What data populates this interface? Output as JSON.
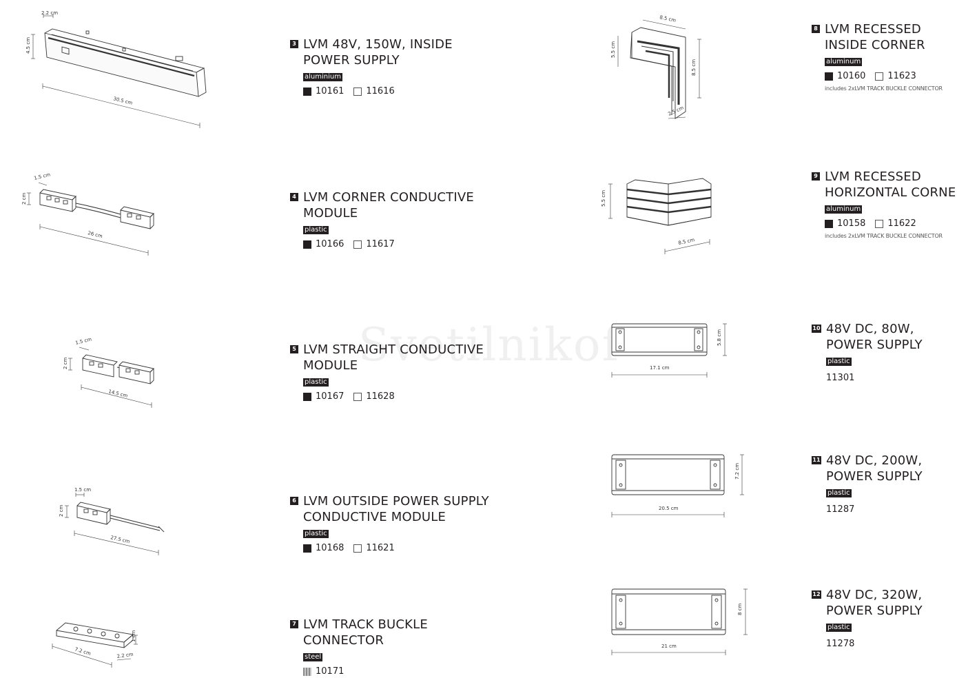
{
  "watermark": "Svetilnikof",
  "products": [
    {
      "num": "3",
      "title_lines": [
        "LVM 48V, 150W, INSIDE",
        "POWER SUPPLY"
      ],
      "material": "aluminium",
      "codes": [
        "10161",
        "11616"
      ]
    },
    {
      "num": "4",
      "title_lines": [
        "LVM CORNER CONDUCTIVE",
        "MODULE"
      ],
      "material": "plastic",
      "codes": [
        "10166",
        "11617"
      ]
    },
    {
      "num": "5",
      "title_lines": [
        "LVM STRAIGHT CONDUCTIVE",
        "MODULE"
      ],
      "material": "plastic",
      "codes": [
        "10167",
        "11628"
      ]
    },
    {
      "num": "6",
      "title_lines": [
        "LVM OUTSIDE POWER SUPPLY",
        "CONDUCTIVE MODULE"
      ],
      "material": "plastic",
      "codes": [
        "10168",
        "11621"
      ]
    },
    {
      "num": "7",
      "title_lines": [
        "LVM TRACK BUCKLE",
        "CONNECTOR"
      ],
      "material": "steel",
      "codes": [
        "10171"
      ]
    },
    {
      "num": "8",
      "title_lines": [
        "LVM RECESSED",
        "INSIDE CORNER"
      ],
      "material": "aluminum",
      "codes": [
        "10160",
        "11623"
      ],
      "note": "includes 2xLVM TRACK BUCKLE CONNECTOR"
    },
    {
      "num": "9",
      "title_lines": [
        "LVM RECESSED",
        "HORIZONTAL CORNER"
      ],
      "material": "aluminum",
      "codes": [
        "10158",
        "11622"
      ],
      "note": "includes 2xLVM TRACK BUCKLE CONNECTOR"
    },
    {
      "num": "10",
      "title_lines": [
        "48V DC, 80W,",
        "POWER SUPPLY"
      ],
      "material": "plastic",
      "codes": [
        "11301"
      ]
    },
    {
      "num": "11",
      "title_lines": [
        "48V DC, 200W,",
        "POWER SUPPLY"
      ],
      "material": "plastic",
      "codes": [
        "11287"
      ]
    },
    {
      "num": "12",
      "title_lines": [
        "48V DC, 320W,",
        "POWER SUPPLY"
      ],
      "material": "plastic",
      "codes": [
        "11278"
      ]
    }
  ],
  "dimensions": {
    "d3": [
      "2.2 cm",
      "4.5 cm",
      "30.5 cm"
    ],
    "d4": [
      "1.5 cm",
      "2 cm",
      "26 cm"
    ],
    "d5": [
      "1.5 cm",
      "2 cm",
      "14.5 cm"
    ],
    "d6": [
      "1.5 cm",
      "2 cm",
      "27.5 cm"
    ],
    "d7": [
      "7.2 cm",
      "2.2 cm",
      "1 cm"
    ],
    "d8": [
      "8.5 cm",
      "5.5 cm",
      "8.5 cm",
      "2.5 cm"
    ],
    "d9": [
      "5.5 cm",
      "8.5 cm"
    ],
    "d10": [
      "17.1 cm",
      "5.8 cm"
    ],
    "d11": [
      "20.5 cm",
      "7.2 cm"
    ],
    "d12": [
      "21 cm",
      "8 cm"
    ]
  }
}
